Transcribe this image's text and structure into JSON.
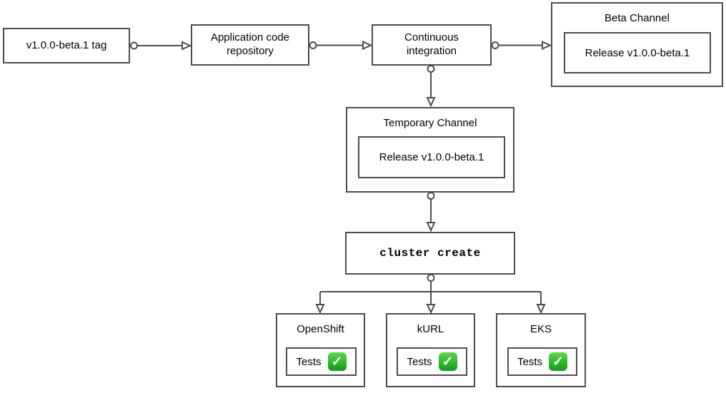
{
  "colors": {
    "node_border": "#4d4d4d",
    "arrow": "#4d4d4d",
    "background": "#ffffff",
    "text": "#000000",
    "check_green": "#2db82d",
    "check_mark": "#ffffff"
  },
  "icons": {
    "check_icon": "✓"
  },
  "nodes": {
    "tag": {
      "label": "v1.0.0-beta.1 tag"
    },
    "repo": {
      "label": "Application code repository"
    },
    "ci": {
      "label": "Continuous integration"
    },
    "beta_channel": {
      "title": "Beta Channel",
      "release": "Release v1.0.0-beta.1"
    },
    "temporary_channel": {
      "title": "Temporary Channel",
      "release": "Release v1.0.0-beta.1"
    },
    "cluster_create": {
      "label": "cluster create"
    },
    "openshift": {
      "title": "OpenShift",
      "tests": "Tests"
    },
    "kurl": {
      "title": "kURL",
      "tests": "Tests"
    },
    "eks": {
      "title": "EKS",
      "tests": "Tests"
    }
  }
}
